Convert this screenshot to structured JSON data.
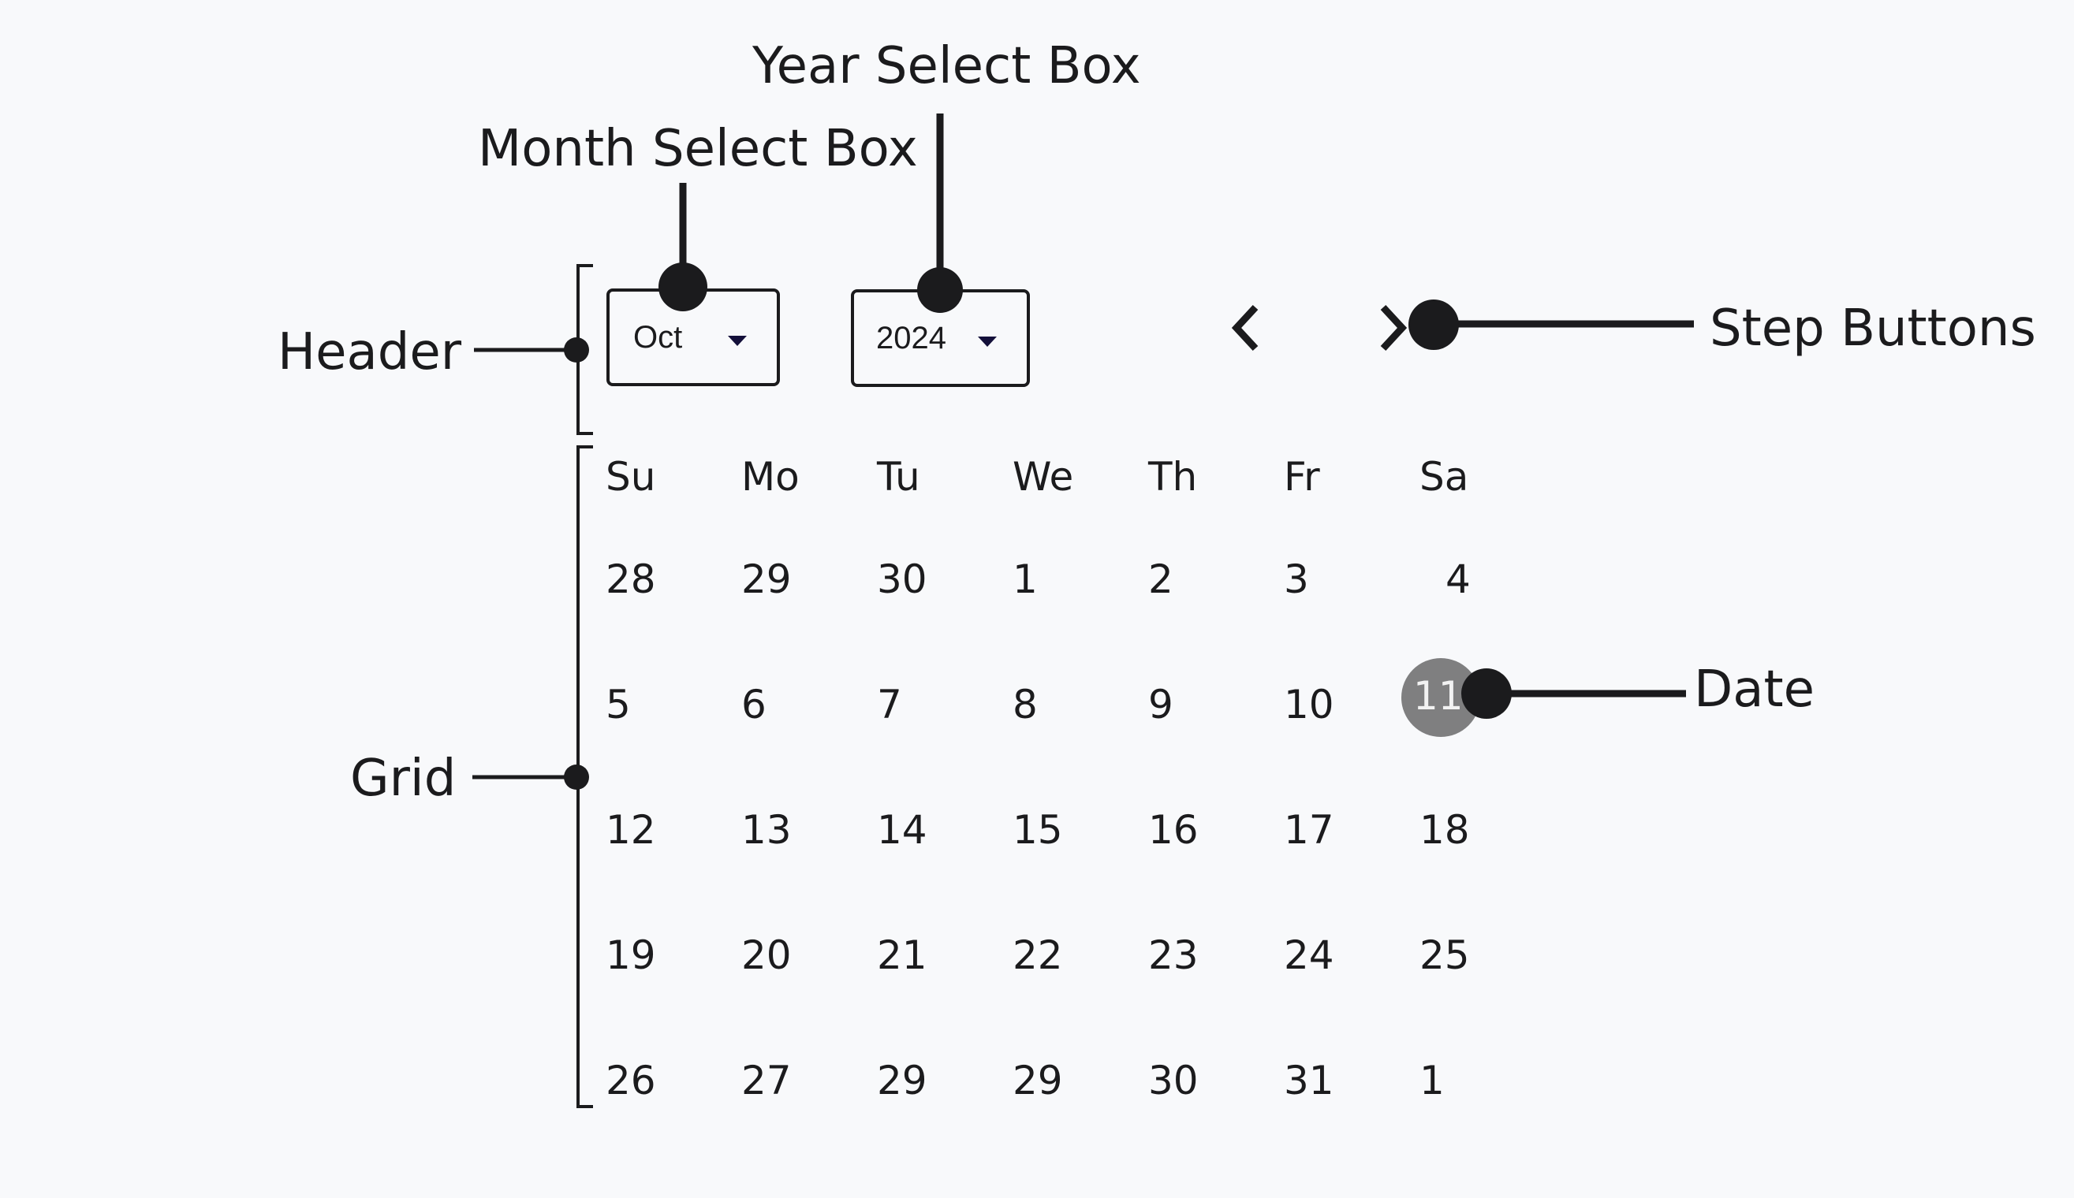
{
  "annotations": {
    "year_select_box": "Year Select Box",
    "month_select_box": "Month Select Box",
    "header": "Header",
    "step_buttons": "Step Buttons",
    "grid": "Grid",
    "date": "Date"
  },
  "header": {
    "month_value": "Oct",
    "year_value": "2024",
    "prev_icon": "chevron-left-icon",
    "next_icon": "chevron-right-icon"
  },
  "grid": {
    "weekdays": [
      "Su",
      "Mo",
      "Tu",
      "We",
      "Th",
      "Fr",
      "Sa"
    ],
    "weeks": [
      [
        "28",
        "29",
        "30",
        "1",
        "2",
        "3",
        "4"
      ],
      [
        "5",
        "6",
        "7",
        "8",
        "9",
        "10",
        "11"
      ],
      [
        "12",
        "13",
        "14",
        "15",
        "16",
        "17",
        "18"
      ],
      [
        "19",
        "20",
        "21",
        "22",
        "23",
        "24",
        "25"
      ],
      [
        "26",
        "27",
        "29",
        "29",
        "30",
        "31",
        "1"
      ]
    ],
    "selected_date": "11"
  },
  "colors": {
    "ink": "#1b1b1d",
    "selected_fill": "#7f7f80",
    "background": "#f8f9fb"
  }
}
